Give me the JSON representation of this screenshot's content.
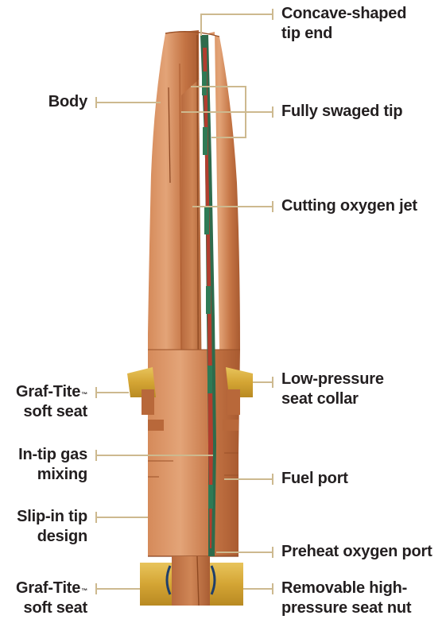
{
  "diagram": {
    "leader_color": "#cdb98f",
    "copper_color": "#c77a4b",
    "brass_color": "#d4a534",
    "labels_left": [
      {
        "id": "body",
        "line1": "Body"
      },
      {
        "id": "graf-tite-top",
        "line1": "Graf-Tite",
        "tm": "™",
        "line2": "soft seat"
      },
      {
        "id": "in-tip-gas",
        "line1": "In-tip gas",
        "line2": "mixing"
      },
      {
        "id": "slip-in",
        "line1": "Slip-in tip",
        "line2": "design"
      },
      {
        "id": "graf-tite-bottom",
        "line1": "Graf-Tite",
        "tm": "™",
        "line2": "soft seat"
      }
    ],
    "labels_right": [
      {
        "id": "concave",
        "line1": "Concave-shaped",
        "line2": "tip end"
      },
      {
        "id": "swaged",
        "line1": "Fully swaged tip"
      },
      {
        "id": "cutting-jet",
        "line1": "Cutting oxygen jet"
      },
      {
        "id": "low-pressure",
        "line1": "Low-pressure",
        "line2": "seat collar"
      },
      {
        "id": "fuel-port",
        "line1": "Fuel port"
      },
      {
        "id": "preheat",
        "line1": "Preheat oxygen port"
      },
      {
        "id": "removable",
        "line1": "Removable high-",
        "line2": "pressure seat nut"
      }
    ]
  }
}
